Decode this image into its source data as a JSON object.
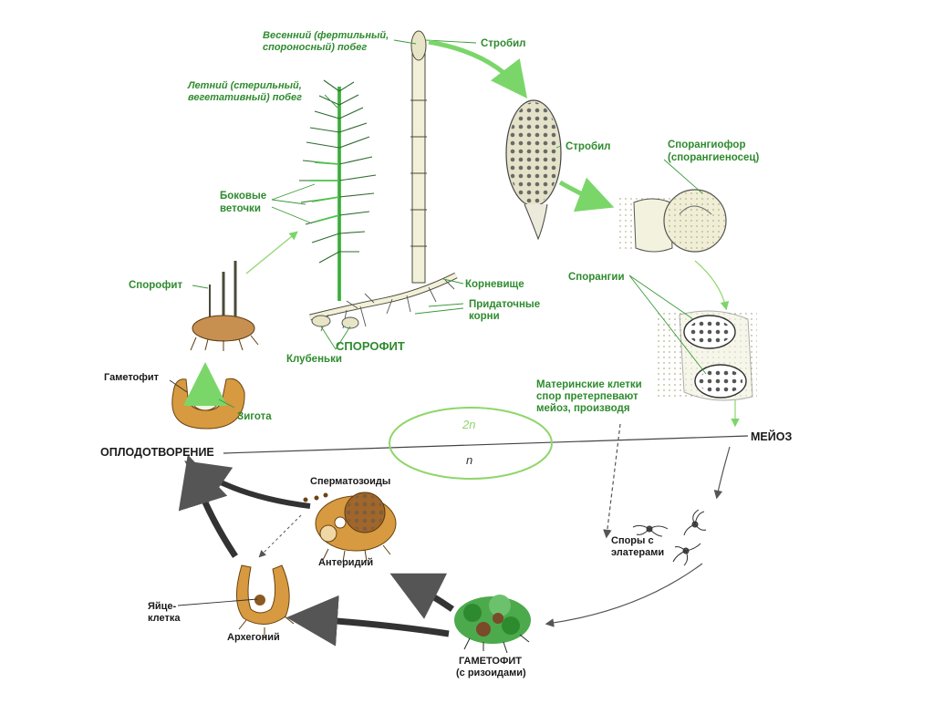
{
  "colors": {
    "green_text": "#2e8b2e",
    "light_green": "#8fd66a",
    "tan": "#d9a24a",
    "dark_text": "#1a1a1a",
    "arrow_gray": "#3a3a3a"
  },
  "ploidy": {
    "diploid": "2n",
    "haploid": "n"
  },
  "labels": {
    "spring_shoot_line1": "Весенний (фертильный,",
    "spring_shoot_line2": "спороносный) побег",
    "strobil_top": "Стробил",
    "summer_shoot_line1": "Летний (стерильный,",
    "summer_shoot_line2": "вегетативный) побег",
    "strobil_mid": "Стробил",
    "sporangiophore_line1": "Спорангиофор",
    "sporangiophore_line2": "(спорангиеносец)",
    "side_branches_line1": "Боковые",
    "side_branches_line2": "веточки",
    "sporophyte_small": "Спорофит",
    "rhizome": "Корневище",
    "adventitious_line1": "Придаточные",
    "adventitious_line2": "корни",
    "sporangia": "Спорангии",
    "sporophyte_big": "СПОРОФИТ",
    "tubers": "Клубеньки",
    "gametophyte_top": "Гаметофит",
    "zygote": "Зигота",
    "mother_cells_line1": "Материнские клетки",
    "mother_cells_line2": "спор претерпевают",
    "mother_cells_line3": "мейоз, производя",
    "fertilization": "ОПЛОДОТВОРЕНИЕ",
    "meiosis": "МЕЙОЗ",
    "spermatozoids": "Сперматозоиды",
    "spores_line1": "Споры с",
    "spores_line2": "элатерами",
    "antheridium": "Антеридий",
    "egg_line1": "Яйце-",
    "egg_line2": "клетка",
    "archegonium": "Архегоний",
    "gametophyte_bottom_line1": "ГАМЕТОФИТ",
    "gametophyte_bottom_line2": "(с ризоидами)"
  }
}
